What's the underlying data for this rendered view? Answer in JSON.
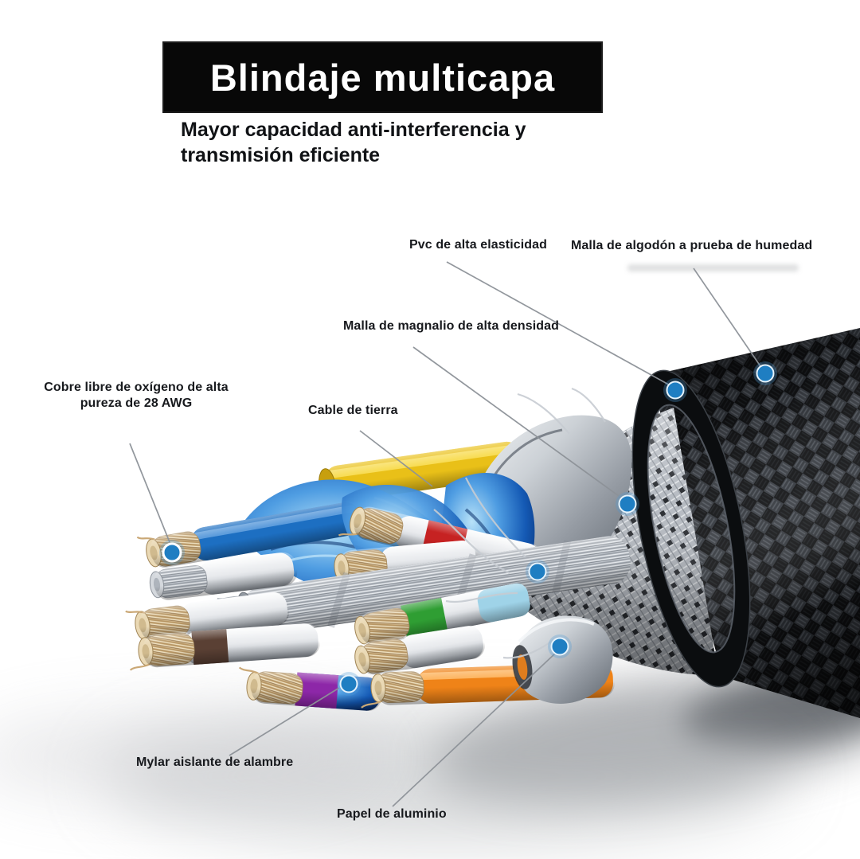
{
  "header": {
    "title": "Blindaje multicapa",
    "subtitle_line1": "Mayor capacidad anti-interferencia y",
    "subtitle_line2": "transmisión eficiente"
  },
  "labels": {
    "pvc": "Pvc de alta elasticidad",
    "algodon": "Malla de algodón a prueba de humedad",
    "magnalio": "Malla de magnalio de alta densidad",
    "cobre_line1": "Cobre libre de oxígeno de alta",
    "cobre_line2": "pureza de 28 AWG",
    "tierra": "Cable de tierra",
    "mylar": "Mylar aislante de alambre",
    "papel": "Papel de aluminio"
  },
  "colors": {
    "marker_blue": "#1f7ec2",
    "band_blue": "#1d6fc2",
    "band_red": "#c62222",
    "band_green": "#2f9e33",
    "band_purple": "#8d27a8",
    "band_brown": "#5a4034",
    "wire_orange": "#ef8318",
    "wire_yellow": "#e9c018",
    "title_bar_bg": "#080808"
  }
}
